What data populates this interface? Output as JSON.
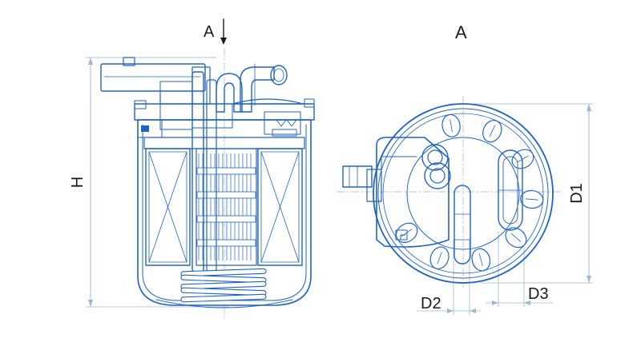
{
  "labels": {
    "view_arrow": "A",
    "view_title": "A",
    "height": "H",
    "d1": "D1",
    "d2": "D2",
    "d3": "D3"
  },
  "colors": {
    "outline": "#1e63c9",
    "dimension": "#9fb6d6",
    "fill_light": "#e3ecfa",
    "fill_mid": "#c7d8f5",
    "text": "#1a1a1a"
  }
}
